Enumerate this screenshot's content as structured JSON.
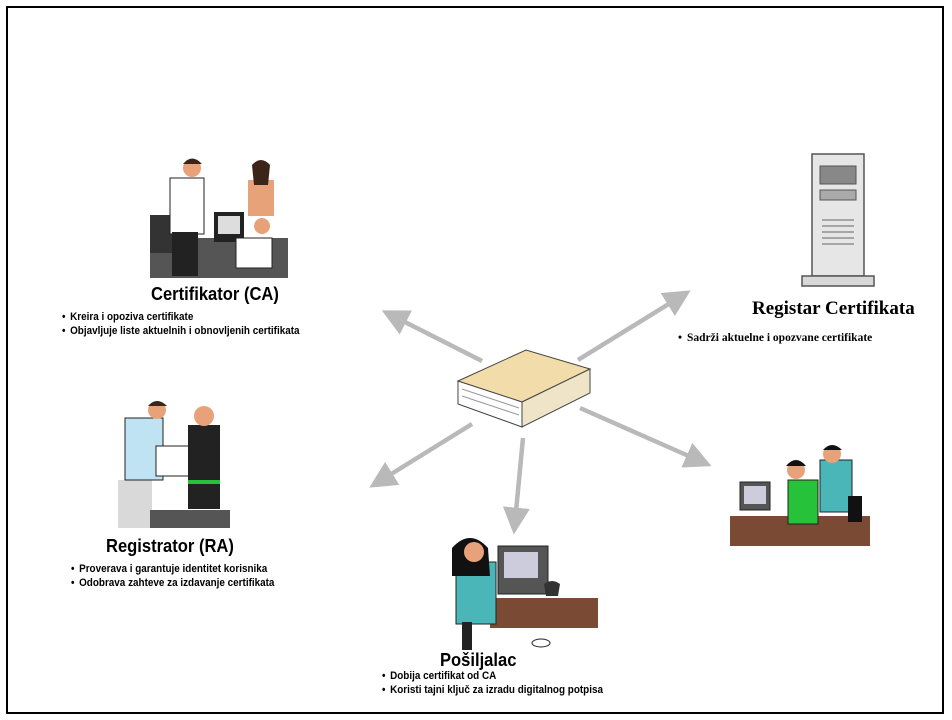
{
  "ca": {
    "title": "Certifikator (CA)",
    "items": [
      "Kreira i opoziva certifikate",
      "Objavljuje liste aktuelnih i obnovljenih certifikata"
    ]
  },
  "registry": {
    "title": "Registar Certifikata",
    "items": [
      "Sadrži aktuelne i opozvane certifikate"
    ]
  },
  "ra": {
    "title": "Registrator (RA)",
    "items": [
      "Proverava i garantuje identitet korisnika",
      "Odobrava zahteve za izdavanje certifikata"
    ]
  },
  "sender": {
    "title": "Pošiljalac",
    "items": [
      "Dobija certifikat od CA",
      "Koristi tajni ključ za izradu digitalnog potpisa"
    ]
  },
  "colors": {
    "arrow": "#b9b9b9",
    "book_top": "#f1dcaa",
    "book_side": "#ffffff",
    "server": "#e6e6e6",
    "skin": "#e8a27a",
    "shirt_green": "#26c23a",
    "shirt_teal": "#4bb6b8"
  }
}
